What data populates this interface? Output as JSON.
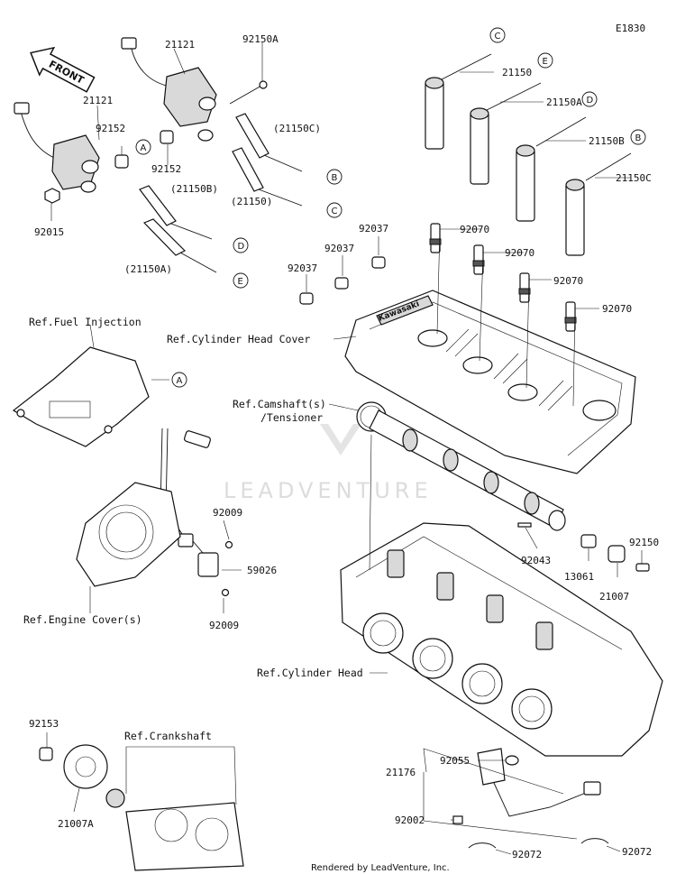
{
  "diagram_code": "E1830",
  "front_label": "FRONT",
  "watermark": "LEADVENTURE",
  "footer": "Rendered by LeadVenture, Inc.",
  "parts": {
    "p21121a": "21121",
    "p21121b": "21121",
    "p92150A": "92150A",
    "p92152a": "92152",
    "p92152b": "92152",
    "p21150C_paren": "(21150C)",
    "p21150_paren": "(21150)",
    "p21150B_paren": "(21150B)",
    "p21150A_paren": "(21150A)",
    "p92015": "92015",
    "p21150": "21150",
    "p21150A": "21150A",
    "p21150B": "21150B",
    "p21150C": "21150C",
    "p92037a": "92037",
    "p92037b": "92037",
    "p92037c": "92037",
    "p92070a": "92070",
    "p92070b": "92070",
    "p92070c": "92070",
    "p92070d": "92070",
    "p92009a": "92009",
    "p92009b": "92009",
    "p59026": "59026",
    "p92043": "92043",
    "p13061": "13061",
    "p21007": "21007",
    "p92150": "92150",
    "p92153": "92153",
    "p21007A": "21007A",
    "p21176": "21176",
    "p92055": "92055",
    "p92002": "92002",
    "p92072a": "92072",
    "p92072b": "92072"
  },
  "refs": {
    "fuel_injection": "Ref.Fuel Injection",
    "cylinder_head_cover": "Ref.Cylinder Head Cover",
    "camshaft_line1": "Ref.Camshaft(s)",
    "camshaft_line2": "/Tensioner",
    "engine_cover": "Ref.Engine Cover(s)",
    "cylinder_head": "Ref.Cylinder Head",
    "crankshaft": "Ref.Crankshaft"
  },
  "callouts": {
    "A1": "A",
    "A2": "A",
    "B1": "B",
    "B2": "B",
    "C1": "C",
    "C2": "C",
    "D1": "D",
    "D2": "D",
    "E1": "E",
    "E2": "E"
  },
  "cover_brand": "Kawasaki"
}
